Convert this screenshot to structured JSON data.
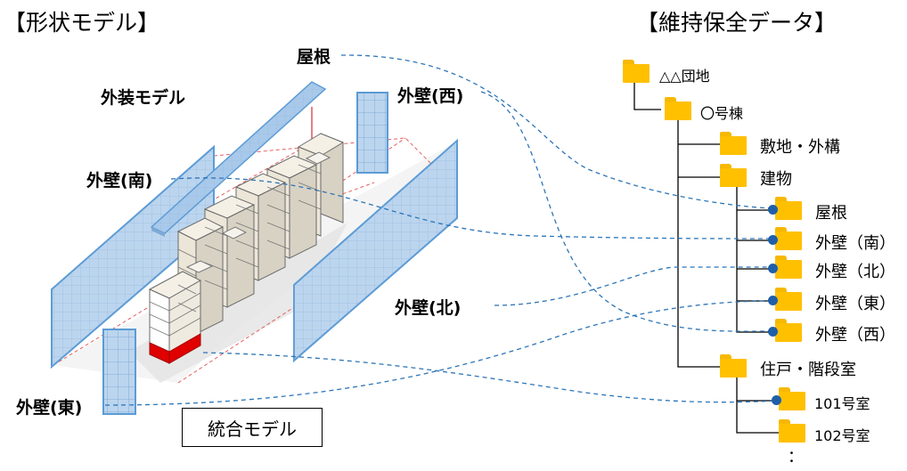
{
  "shape_model": {
    "title": "【形状モデル】",
    "exterior_model_label": "外装モデル",
    "integrated_model_label": "統合モデル",
    "labels": {
      "roof": "屋根",
      "wall_west": "外壁(西)",
      "wall_south": "外壁(南)",
      "wall_north": "外壁(北)",
      "wall_east": "外壁(東)"
    }
  },
  "maintenance_data": {
    "title": "【維持保全データ】",
    "tree": {
      "complex": "△△団地",
      "building_no": "〇号棟",
      "site": "敷地・外構",
      "building": "建物",
      "roof": "屋根",
      "wall_south": "外壁（南）",
      "wall_north": "外壁（北）",
      "wall_east": "外壁（東）",
      "wall_west": "外壁（西）",
      "units": "住戸・階段室",
      "room_101": "101号室",
      "room_102": "102号室",
      "continuation": "："
    }
  },
  "colors": {
    "panel_blue": "#9dc3e6",
    "panel_edge": "#5b9bd5",
    "folder": "#ffc000",
    "connector": "#2e75b6",
    "highlight_unit": "#e00000"
  }
}
